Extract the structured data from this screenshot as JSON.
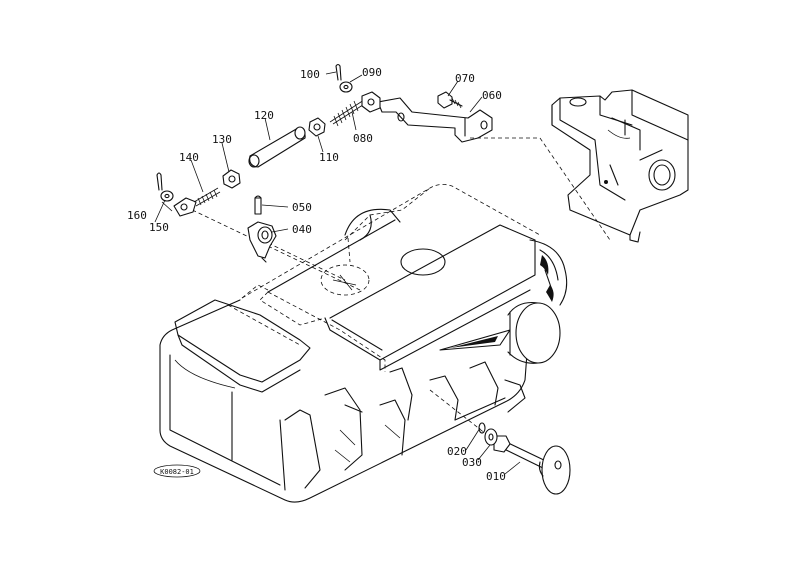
{
  "callouts": [
    {
      "id": "010",
      "text": "010"
    },
    {
      "id": "020",
      "text": "020"
    },
    {
      "id": "030",
      "text": "030"
    },
    {
      "id": "040",
      "text": "040"
    },
    {
      "id": "050",
      "text": "050"
    },
    {
      "id": "060",
      "text": "060"
    },
    {
      "id": "070",
      "text": "070"
    },
    {
      "id": "080",
      "text": "080"
    },
    {
      "id": "090",
      "text": "090"
    },
    {
      "id": "100",
      "text": "100"
    },
    {
      "id": "110",
      "text": "110"
    },
    {
      "id": "120",
      "text": "120"
    },
    {
      "id": "130",
      "text": "130"
    },
    {
      "id": "140",
      "text": "140"
    },
    {
      "id": "150",
      "text": "150"
    },
    {
      "id": "160",
      "text": "160"
    }
  ],
  "figure_code": "K0082-01"
}
